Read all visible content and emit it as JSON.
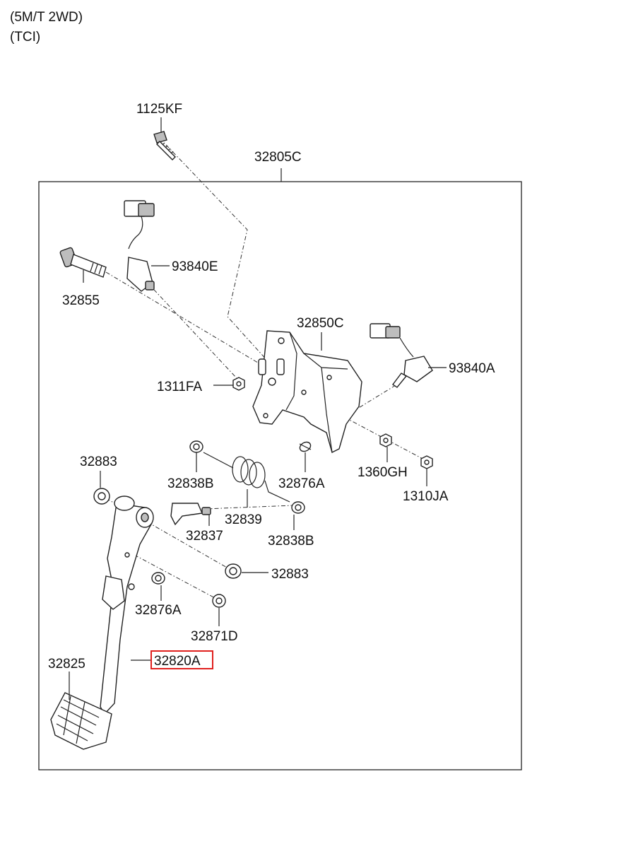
{
  "header": {
    "line1": "(5M/T 2WD)",
    "line2": "(TCI)"
  },
  "parts": {
    "p1125KF": "1125KF",
    "p32805C": "32805C",
    "p93840E": "93840E",
    "p32855": "32855",
    "p32850C": "32850C",
    "p93840A": "93840A",
    "p1311FA": "1311FA",
    "p32883_top": "32883",
    "p32838B_top": "32838B",
    "p32876A_top": "32876A",
    "p1360GH": "1360GH",
    "p1310JA": "1310JA",
    "p32839": "32839",
    "p32837": "32837",
    "p32838B_bot": "32838B",
    "p32883_bot": "32883",
    "p32876A_bot": "32876A",
    "p32871D": "32871D",
    "p32825": "32825",
    "p32820A": "32820A"
  },
  "highlight": {
    "part": "32820A",
    "color": "#e0201e"
  }
}
